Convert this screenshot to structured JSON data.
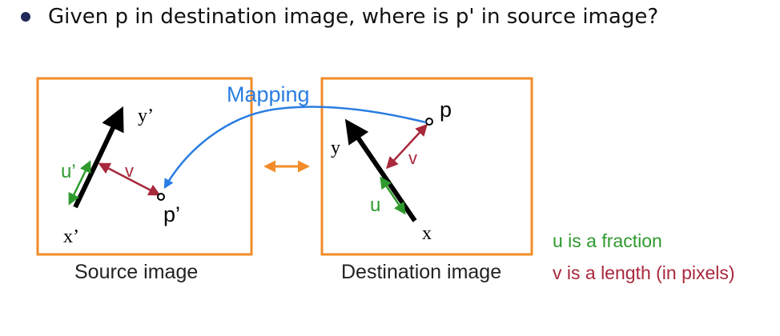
{
  "heading": "Given p in destination image, where is p' in source image?",
  "labels": {
    "mapping": "Mapping",
    "source_caption": "Source image",
    "destination_caption": "Destination image",
    "y_prime": "y’",
    "x_prime": "x’",
    "u_prime": "u’",
    "v_src": "v",
    "p_prime": "p’",
    "p": "p",
    "y": "y",
    "x": "x",
    "u": "u",
    "v_dst": "v"
  },
  "notes": {
    "u_note": "u is a fraction",
    "v_note": "v is a length (in pixels)"
  },
  "colors": {
    "box": "#f28c28",
    "mapping": "#2a7de1",
    "u": "#2e9a2e",
    "v": "#a8283c",
    "bullet": "#1f2a5a"
  }
}
